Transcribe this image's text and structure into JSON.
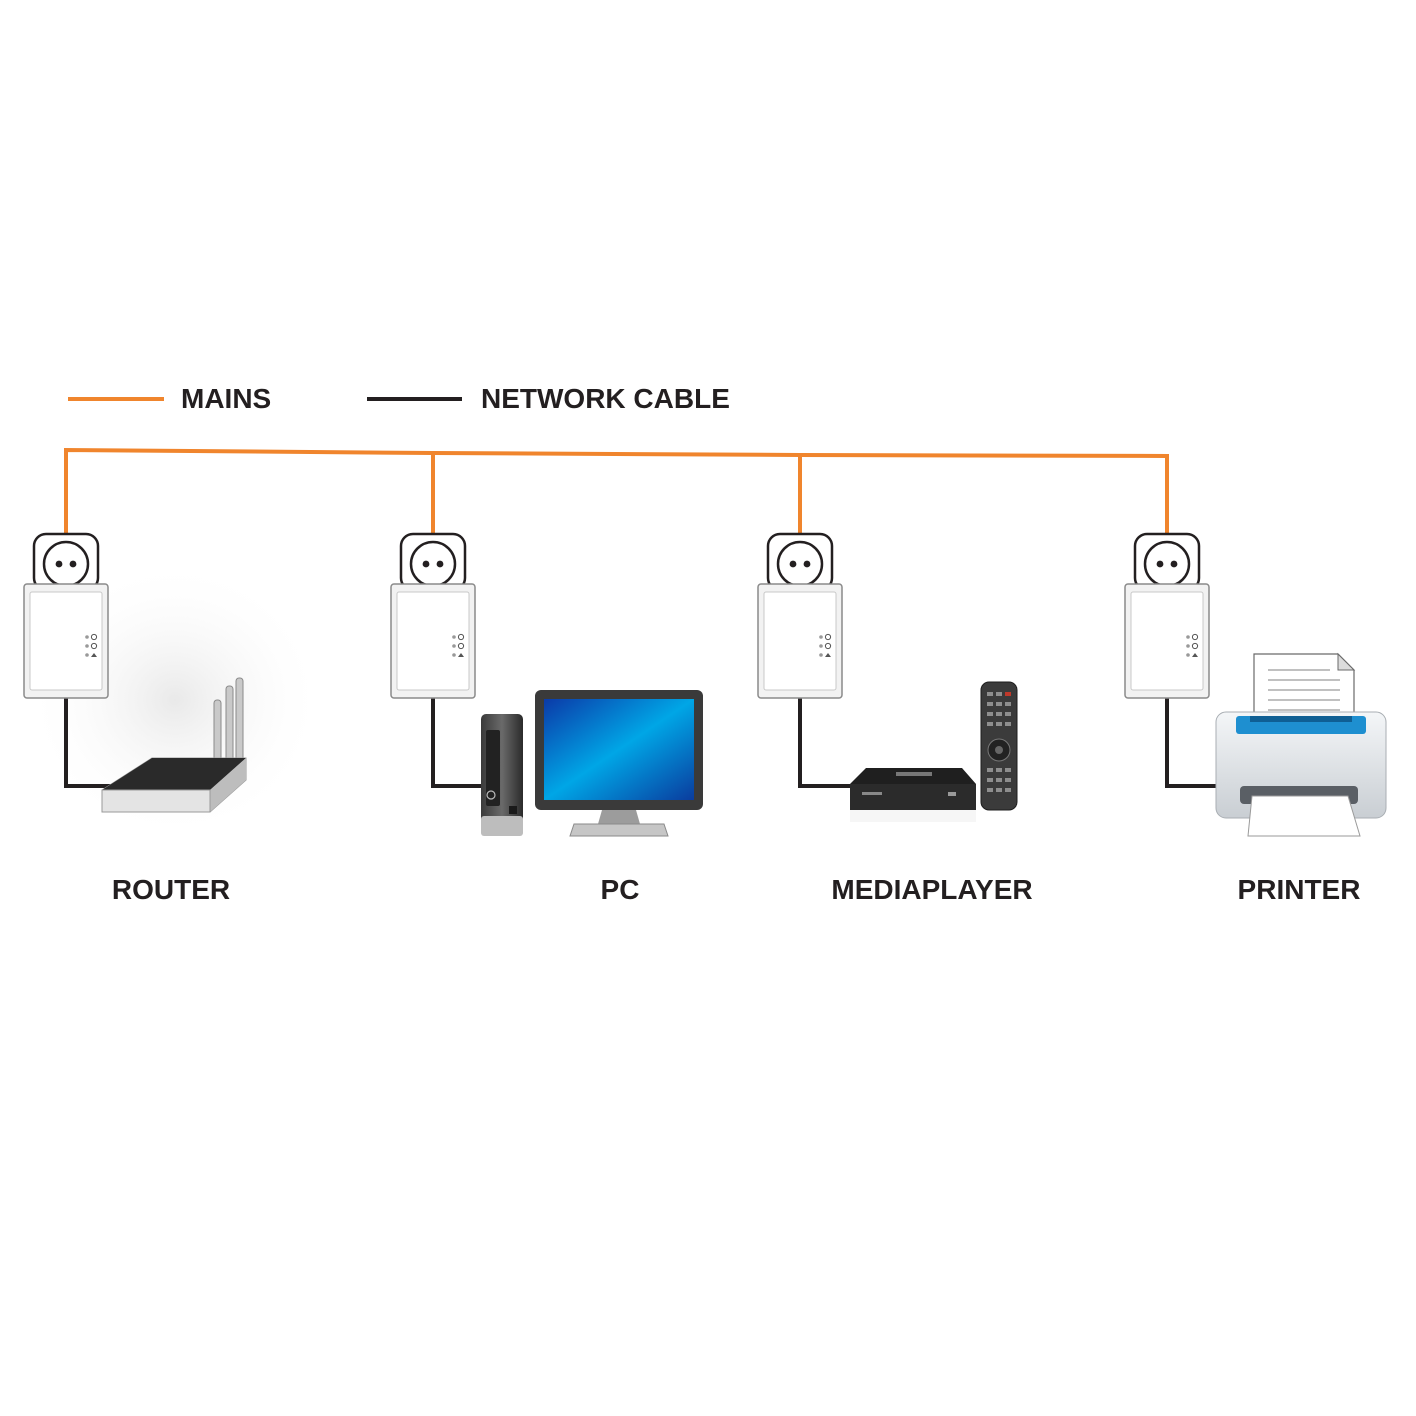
{
  "legend": {
    "mains_label": "MAINS",
    "network_label": "NETWORK CABLE"
  },
  "devices": {
    "router": "ROUTER",
    "pc": "PC",
    "mediaplayer": "MEDIAPLAYER",
    "printer": "PRINTER"
  },
  "colors": {
    "mains": "#f0852d",
    "network": "#231f20",
    "text": "#231f20",
    "monitor_screen": "#0096d6",
    "printer_accent": "#1e8fd0"
  },
  "icons": {
    "adapter": "powerline-adapter-icon",
    "router": "wireless-router-icon",
    "pc": "desktop-pc-icon",
    "mediaplayer": "media-player-icon",
    "remote": "remote-control-icon",
    "printer": "printer-icon"
  }
}
